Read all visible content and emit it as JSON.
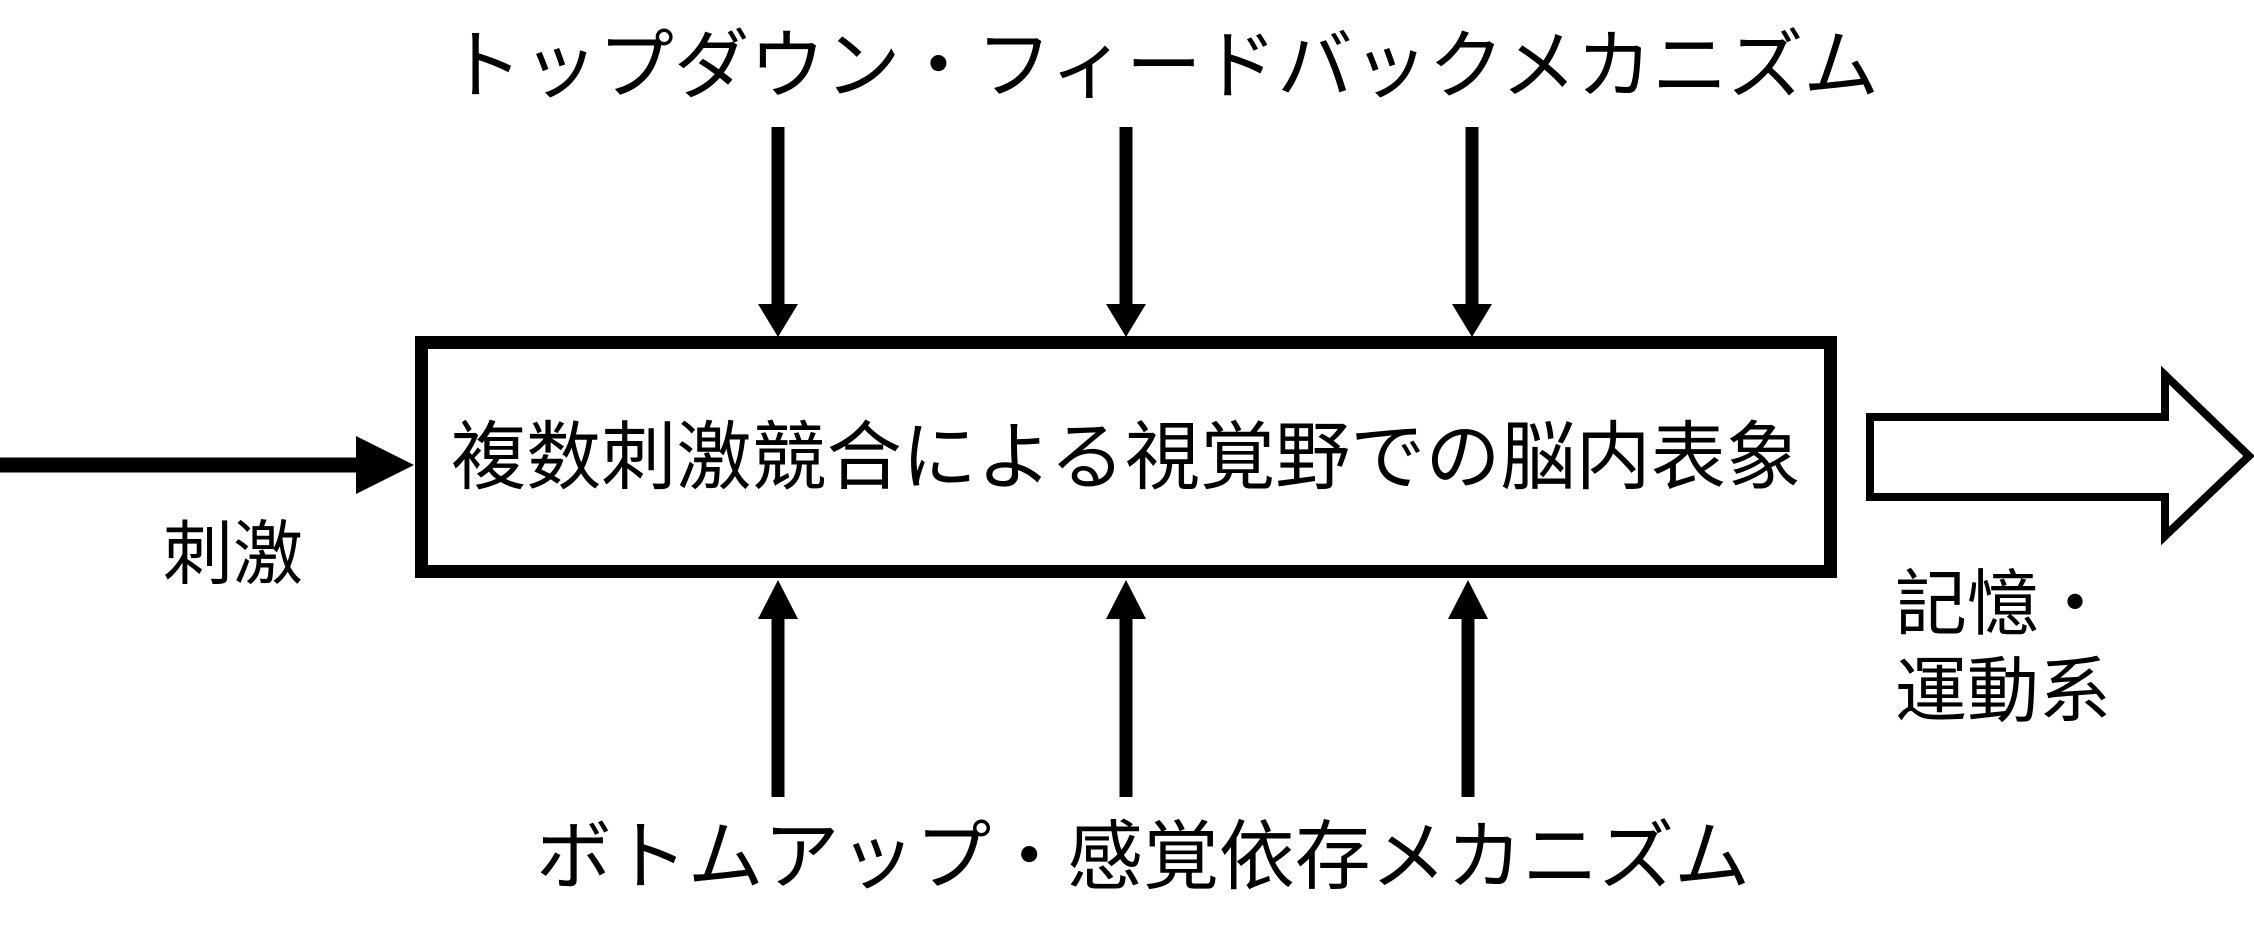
{
  "diagram": {
    "title_top": "トップダウン・フィードバックメカニズム",
    "title_bottom": "ボトムアップ・感覚依存メカニズム",
    "box_label": "複数刺激競合による視覚野での脳内表象",
    "input_label": "刺激",
    "output_label_lines": [
      "記憶・",
      "運動系"
    ],
    "arrow_counts": {
      "top_down": 3,
      "bottom_up": 3
    },
    "colors": {
      "ink": "#000000",
      "background": "#ffffff",
      "box_fill": "#ffffff",
      "block_arrow_fill": "#ffffff"
    }
  }
}
